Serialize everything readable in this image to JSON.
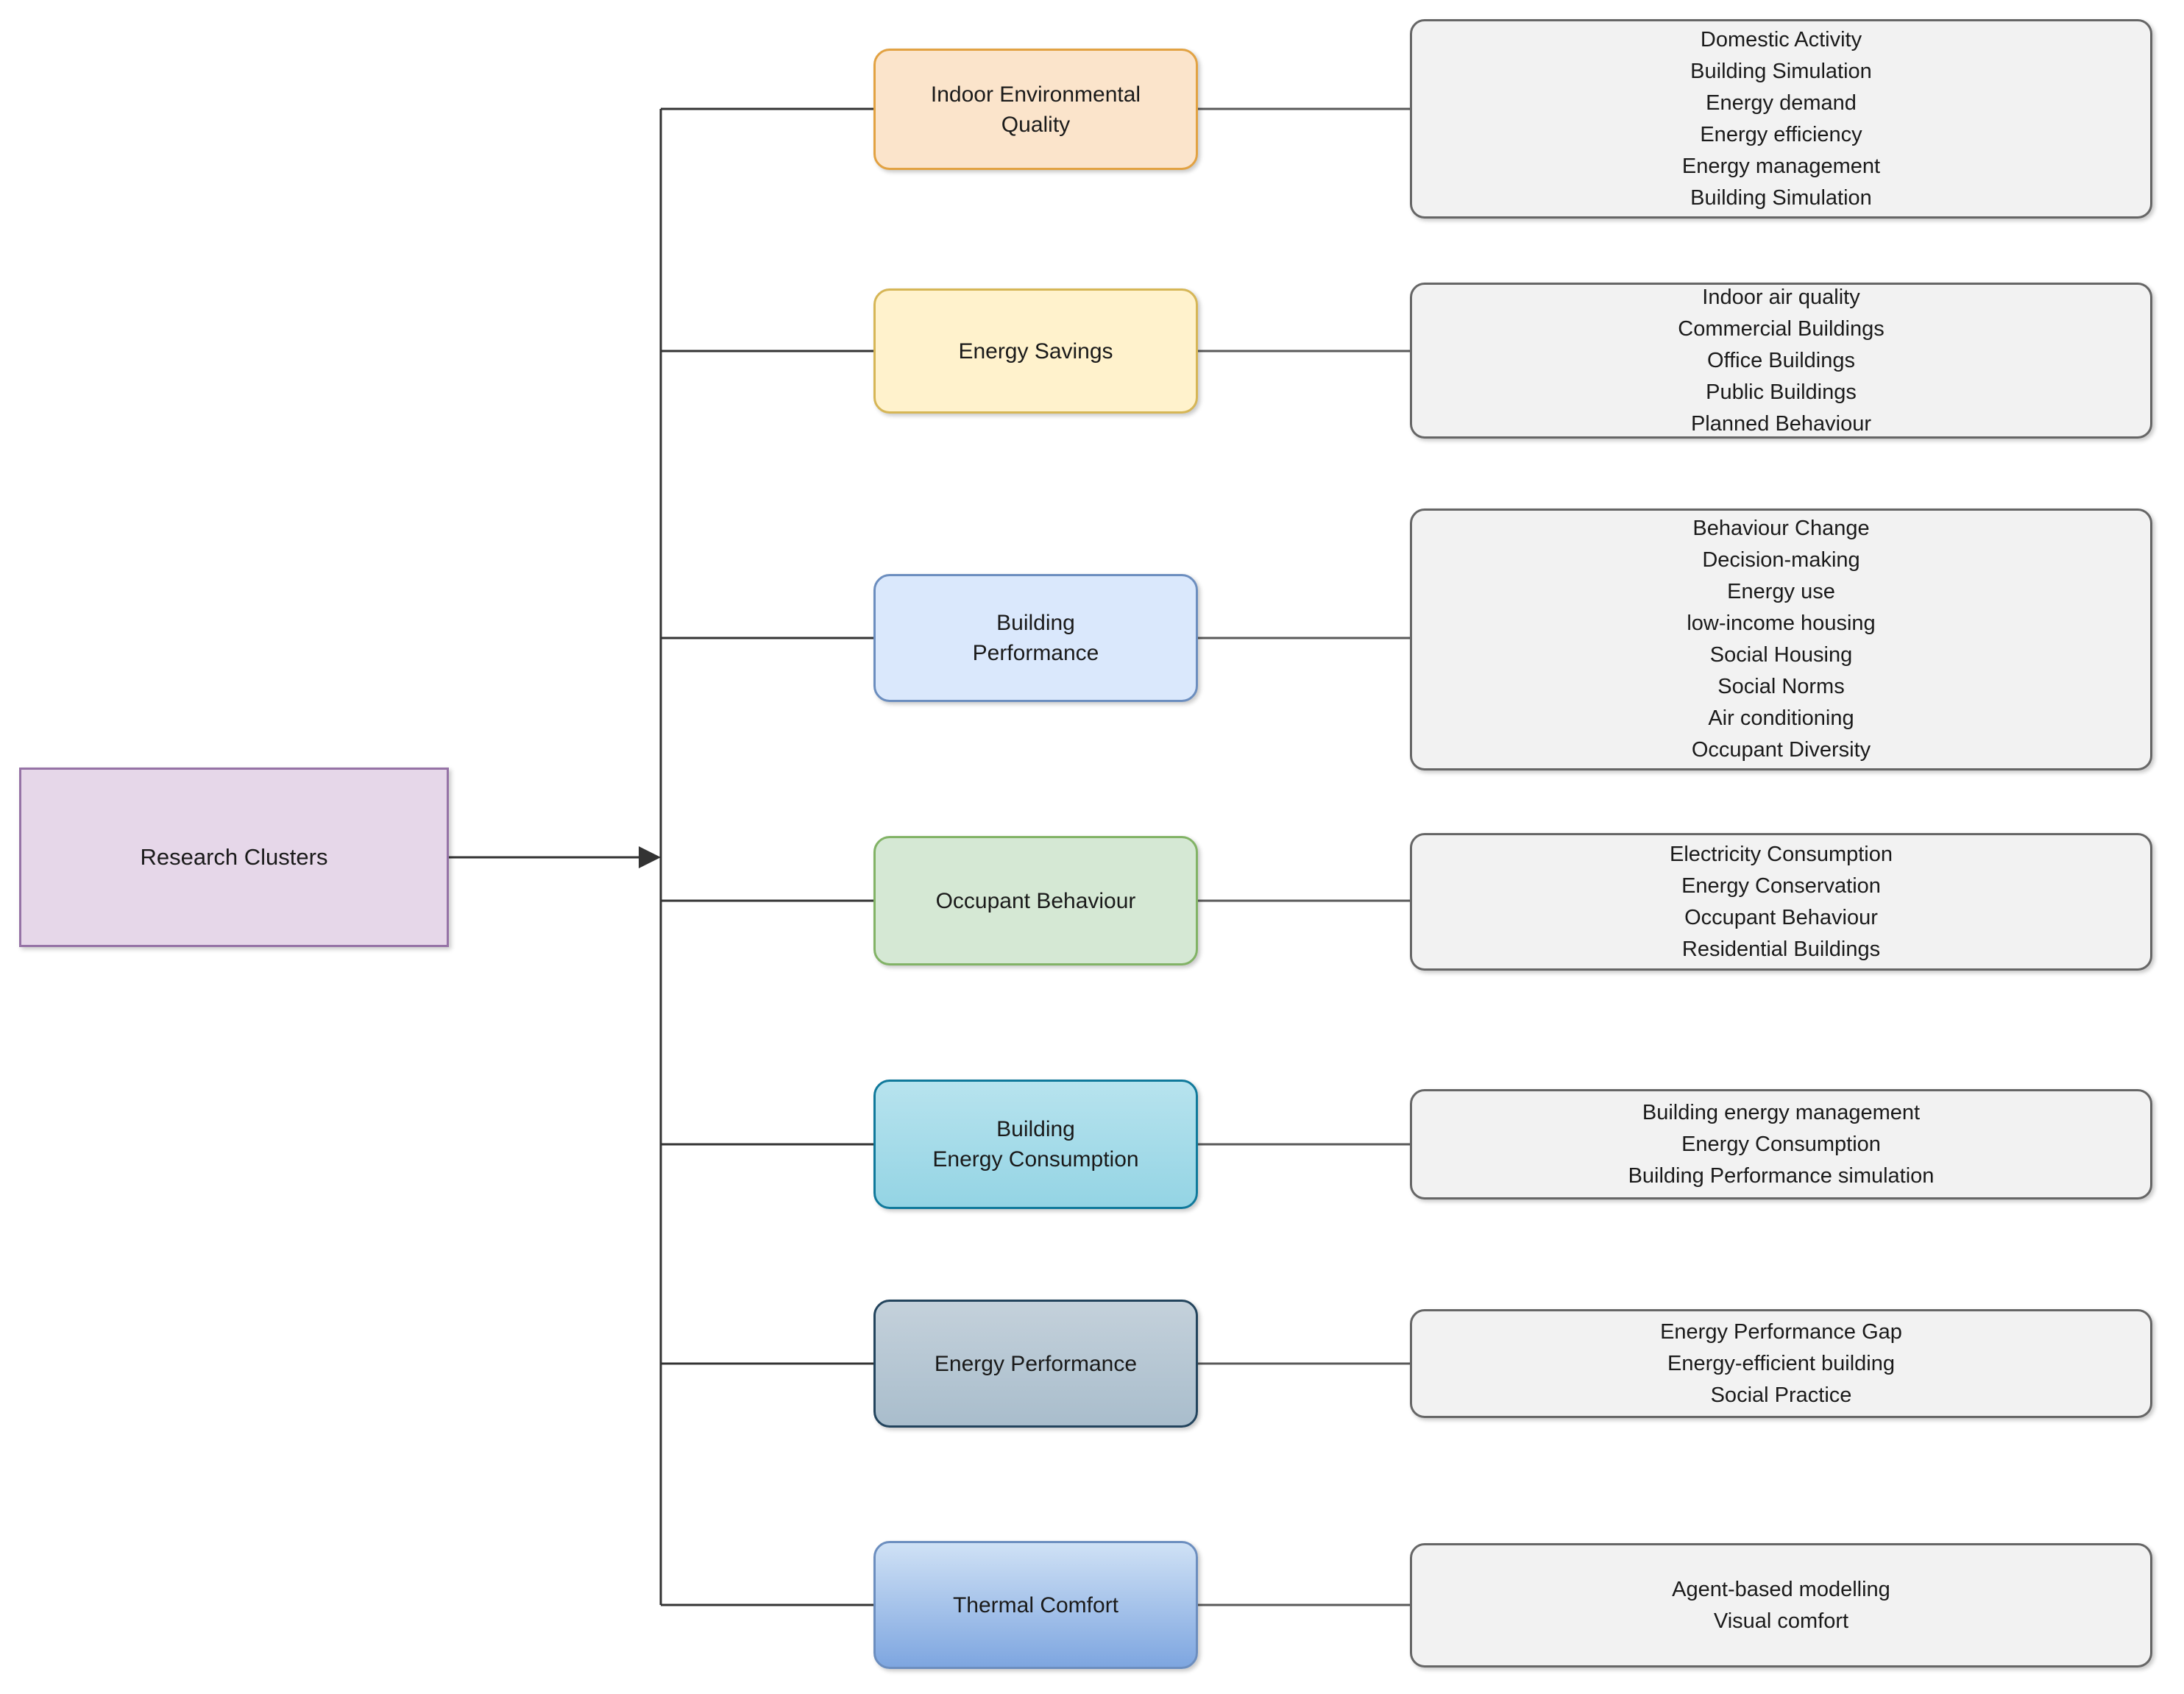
{
  "diagram": {
    "title": "Research Clusters mind map",
    "root": {
      "label": "Research Clusters",
      "fill": "#E6D7E9",
      "border": "#9673A6"
    },
    "connector_color": "#333333",
    "keyword_connector_color": "#595959",
    "keyword_box_style": {
      "fill": "#F2F2F2",
      "border": "#666666"
    },
    "clusters": [
      {
        "label": "Indoor Environmental\nQuality",
        "fill": "#FBE4CB",
        "border": "#E2A242",
        "keywords": [
          "Domestic Activity",
          "Building Simulation",
          "Energy demand",
          "Energy efficiency",
          "Energy management",
          "Building Simulation"
        ]
      },
      {
        "label": "Energy Savings",
        "fill": "#FFF2CC",
        "border": "#D6B656",
        "keywords": [
          "Indoor air quality",
          "Commercial Buildings",
          "Office Buildings",
          "Public Buildings",
          "Planned Behaviour"
        ]
      },
      {
        "label": "Building\nPerformance",
        "fill": "#DAE8FC",
        "border": "#6C8EBF",
        "keywords": [
          "Behaviour Change",
          "Decision-making",
          "Energy use",
          "low-income housing",
          "Social Housing",
          "Social Norms",
          "Air conditioning",
          "Occupant Diversity"
        ]
      },
      {
        "label": "Occupant Behaviour",
        "fill": "#D5E8D4",
        "border": "#82B366",
        "keywords": [
          "Electricity Consumption",
          "Energy Conservation",
          "Occupant Behaviour",
          "Residential Buildings"
        ]
      },
      {
        "label": "Building\nEnergy Consumption",
        "fill": "linear-gradient(180deg,#B7E3EE,#94D4E4)",
        "border": "#10799B",
        "keywords": [
          "Building energy management",
          "Energy Consumption",
          "Building Performance simulation"
        ]
      },
      {
        "label": "Energy Performance",
        "fill": "linear-gradient(180deg,#C4D1DB,#A9BDCC)",
        "border": "#23445D",
        "keywords": [
          "Energy Performance Gap",
          "Energy-efficient building",
          "Social Practice"
        ]
      },
      {
        "label": "Thermal Comfort",
        "fill": "linear-gradient(180deg,#CFE1F5,#7EA6E0)",
        "border": "#6C8EBF",
        "keywords": [
          "Agent-based modelling",
          "Visual comfort"
        ]
      }
    ]
  }
}
